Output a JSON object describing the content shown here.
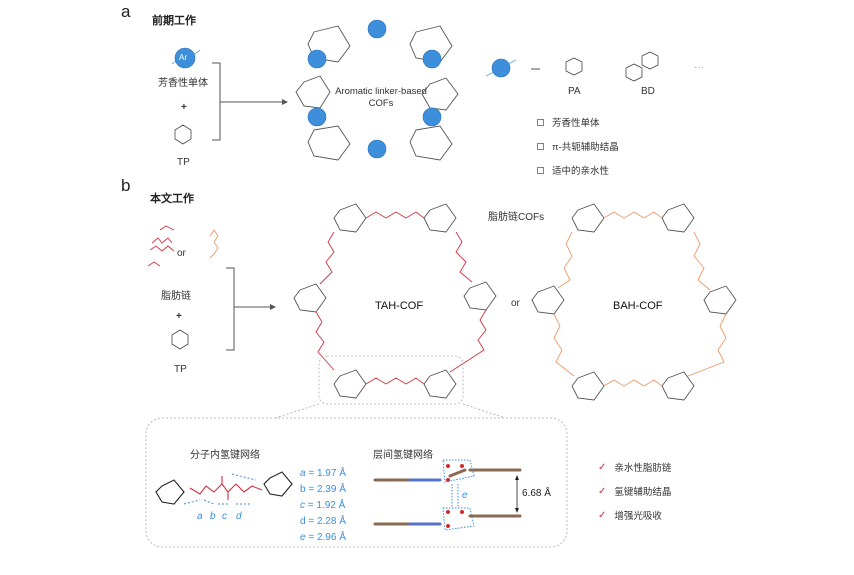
{
  "panel_a": {
    "letter": "a",
    "title": "前期工作",
    "monomer_label": "芳香性单体",
    "plus": "+",
    "tp_label": "TP",
    "ar_label": "Ar",
    "cof_label_line1": "Aromatic linker-based",
    "cof_label_line2": "COFs",
    "equals": "=",
    "examples": [
      {
        "label": "PA"
      },
      {
        "label": "BD"
      }
    ],
    "ellipsis": "···",
    "features": [
      {
        "text": "芳香性单体"
      },
      {
        "text": "π-共轭辅助结晶"
      },
      {
        "text": "适中的亲水性"
      }
    ],
    "colors": {
      "ar_blue": "#3d8fdc",
      "amine_blue": "#5aa5e6"
    }
  },
  "panel_b": {
    "letter": "b",
    "title": "本文工作",
    "or_label": "or",
    "chain_label": "脂肪链",
    "plus": "+",
    "tp_label": "TP",
    "aliphatic_cofs_label": "脂肪链COFs",
    "tah_cof": "TAH-COF",
    "bah_cof": "BAH-COF",
    "or_between": "or",
    "intra_title": "分子内氢键网络",
    "inter_title": "层间氢键网络",
    "distances": [
      {
        "key": "a",
        "value": "= 1.97 Å"
      },
      {
        "key": "b",
        "value": "= 2.39 Å"
      },
      {
        "key": "c",
        "value": "= 1.92 Å"
      },
      {
        "key": "d",
        "value": "= 2.28 Å"
      },
      {
        "key": "e",
        "value": "= 2.96 Å"
      }
    ],
    "interlayer_distance": "6.68 Å",
    "interlayer_e": "e",
    "bond_letters": [
      "a",
      "b",
      "c",
      "d"
    ],
    "features": [
      {
        "text": "亲水性脂肪链"
      },
      {
        "text": "氢键辅助结晶"
      },
      {
        "text": "增强光吸收"
      }
    ],
    "colors": {
      "tah_red": "#d0353f",
      "bah_orange": "#ef9a68",
      "hbond_blue": "#3a8de0",
      "check_red": "#c8323a"
    }
  }
}
